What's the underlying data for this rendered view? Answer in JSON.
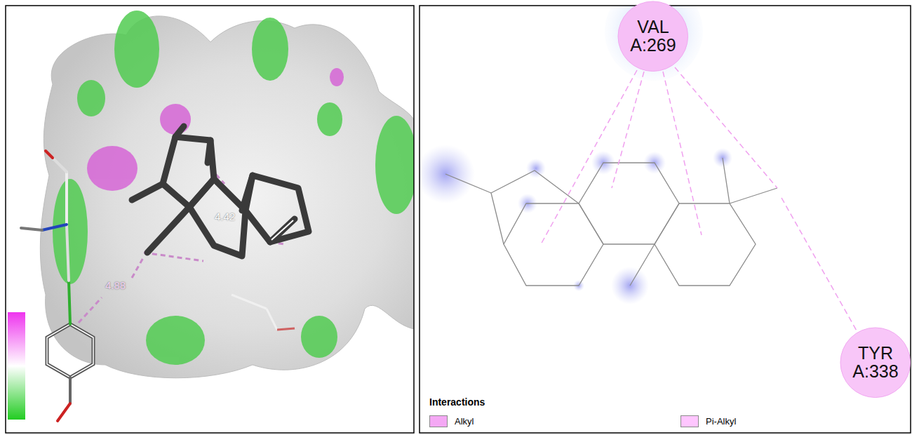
{
  "diagram": {
    "nodes": [
      {
        "text": [
          "VAL A:269"
        ]
      },
      {
        "text": [
          "TYR A:338"
        ]
      }
    ],
    "labels": [
      "4.42",
      "4.88",
      "Interactions"
    ],
    "legend": [
      {
        "text": "Alkyl",
        "color": "#f4a8f4"
      },
      {
        "text": "Pi-Alkyl",
        "color": "#ffc6ff"
      }
    ]
  }
}
